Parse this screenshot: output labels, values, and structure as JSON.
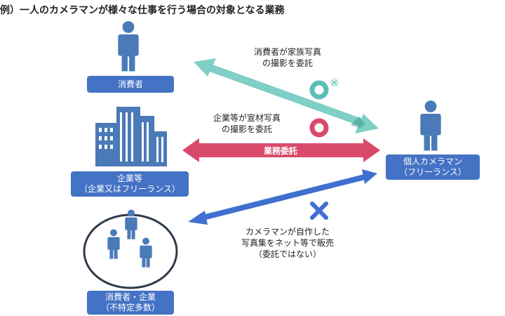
{
  "caption": "例）一人のカメラマンが様々な仕事を行う場合の対象となる業務",
  "nodes": {
    "consumer": {
      "label": "消費者"
    },
    "company": {
      "line1": "企業等",
      "line2": "（企業又はフリーランス）"
    },
    "public": {
      "line1": "消費者・企業",
      "line2": "（不特定多数）"
    },
    "camera": {
      "line1": "個人カメラマン",
      "line2": "（フリーランス）"
    }
  },
  "relations": {
    "family": {
      "line1": "消費者が家族写真",
      "line2": "の撮影を委託",
      "mark": "〇",
      "note_mark": "※",
      "mark_color": "#5bbfb5"
    },
    "ad": {
      "line1": "企業等が宣材写真",
      "line2": "の撮影を委託",
      "mark": "〇",
      "band_label": "業務委託",
      "mark_color": "#d94a6a"
    },
    "sale": {
      "line1": "カメラマンが自作した",
      "line2": "写真集をネット等で販売",
      "line3": "（委託ではない）",
      "mark": "×",
      "mark_color": "#3f6fd0"
    }
  },
  "colors": {
    "box": "#4472c4",
    "person": "#4a7ab8",
    "building": "#4a7ab8",
    "teal": "#7fcfc6",
    "red": "#d94a6a",
    "blue": "#3f6fd0"
  }
}
